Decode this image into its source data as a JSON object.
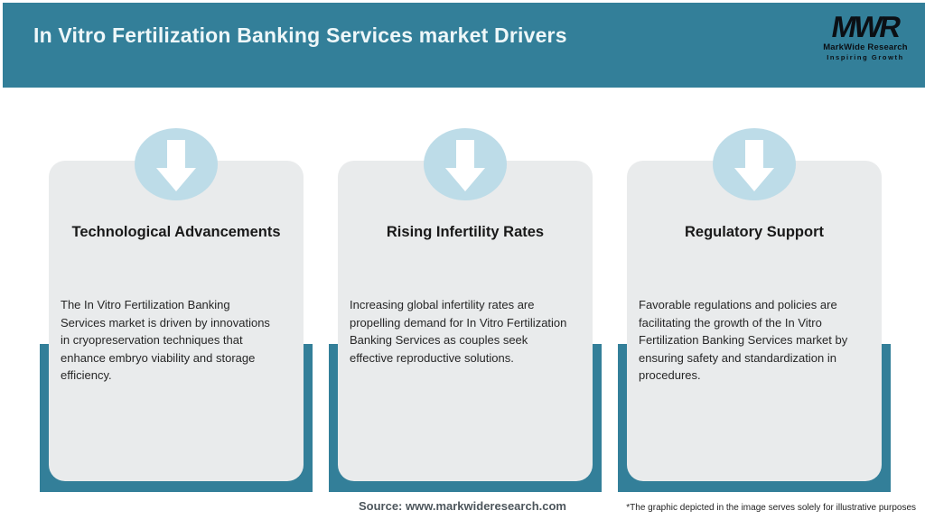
{
  "header": {
    "title": "In Vitro Fertilization Banking Services market Drivers",
    "logo": {
      "wordmark": "MWR",
      "name": "MarkWide Research",
      "tagline": "Inspiring Growth"
    }
  },
  "cards": [
    {
      "icon": "down-arrow-icon",
      "title": "Technological Advancements",
      "body": "The In Vitro Fertilization Banking\nServices market is driven by innovations\nin cryopreservation techniques that\nenhance embryo viability and storage\nefficiency."
    },
    {
      "icon": "down-arrow-icon",
      "title": "Rising Infertility Rates",
      "body": "Increasing global infertility rates are\npropelling demand for In Vitro Fertilization\nBanking Services as couples seek\neffective reproductive solutions."
    },
    {
      "icon": "down-arrow-icon",
      "title": "Regulatory Support",
      "body": "Favorable regulations and policies are\nfacilitating the growth of the In Vitro\nFertilization Banking Services market by\nensuring safety and standardization in\nprocedures."
    }
  ],
  "footer": {
    "source": "Source: www.markwideresearch.com",
    "disclaimer": "*The graphic depicted in the image serves solely for illustrative purposes"
  },
  "colors": {
    "teal": "#337f99",
    "card_bg": "#e9ebec",
    "badge_blue": "#bddce8",
    "arrow_white": "#ffffff",
    "title_text": "#eef7f9",
    "logo_black": "#0b0f14"
  }
}
